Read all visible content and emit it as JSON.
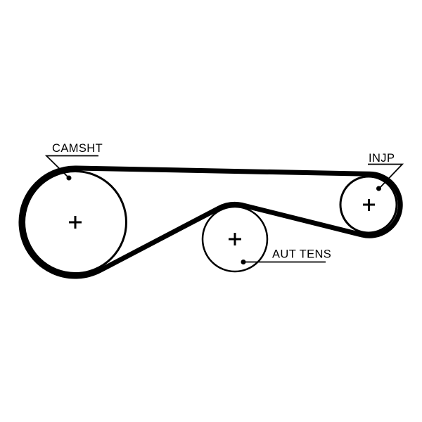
{
  "canvas": {
    "background": "#ffffff",
    "stroke_color": "#000000"
  },
  "callouts": {
    "camshaft": {
      "label": "CAMSHT"
    },
    "injection_pump": {
      "label": "INJP"
    },
    "auto_tensioner": {
      "label": "AUT TENS"
    }
  }
}
